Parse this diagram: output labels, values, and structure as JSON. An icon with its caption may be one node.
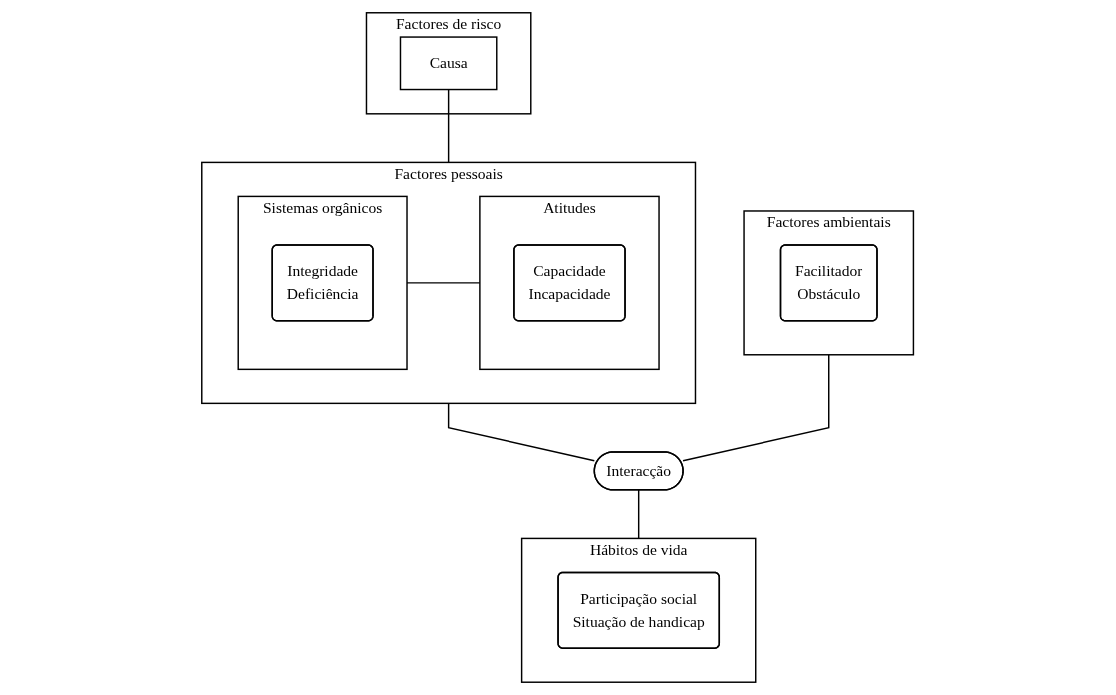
{
  "diagram": {
    "nodes": [
      {
        "text": [
          "Factores de risco"
        ]
      },
      {
        "text": [
          "Causa"
        ],
        "in": 0
      },
      {
        "text": [
          "Factores pessoais"
        ]
      },
      {
        "text": [
          "Sistemas orgânicos"
        ],
        "in": 2
      },
      {
        "text": [
          "Integridade",
          "Deficiência"
        ],
        "in": 3
      },
      {
        "text": [
          "Atitudes"
        ],
        "in": 2
      },
      {
        "text": [
          "Capacidade",
          "Incapacidade"
        ],
        "in": 5
      },
      {
        "text": [
          "Factores ambientais"
        ]
      },
      {
        "text": [
          "Facilitador",
          "Obstáculo"
        ],
        "in": 7
      },
      {
        "text": [
          "Interacção"
        ]
      },
      {
        "text": [
          "Hábitos de vida"
        ]
      },
      {
        "text": [
          "Participação social",
          "Situação de handicap"
        ],
        "in": 10
      }
    ],
    "edges": [
      {
        "from": 1,
        "to": 2,
        "arrow": "none"
      },
      {
        "from": 3,
        "to": 5,
        "arrow": "none"
      },
      {
        "from": 2,
        "to": 9,
        "arrow": "none"
      },
      {
        "from": 7,
        "to": 9,
        "arrow": "none"
      },
      {
        "from": 9,
        "to": 10,
        "arrow": "none"
      }
    ]
  }
}
